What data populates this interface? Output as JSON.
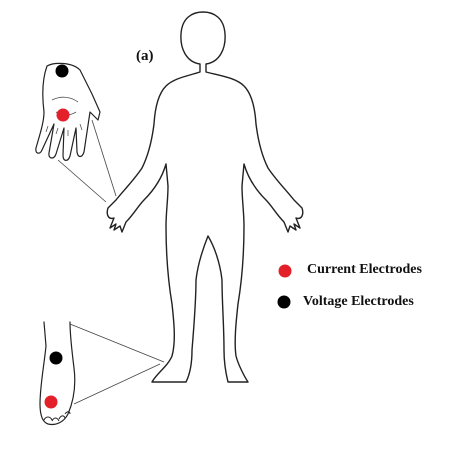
{
  "panel_label": "(a)",
  "legend": {
    "current": {
      "label": "Current Electrodes",
      "color": "#e3202a"
    },
    "voltage": {
      "label": "Voltage Electrodes",
      "color": "#000000"
    }
  },
  "colors": {
    "outline": "#222222",
    "background": "#ffffff"
  }
}
